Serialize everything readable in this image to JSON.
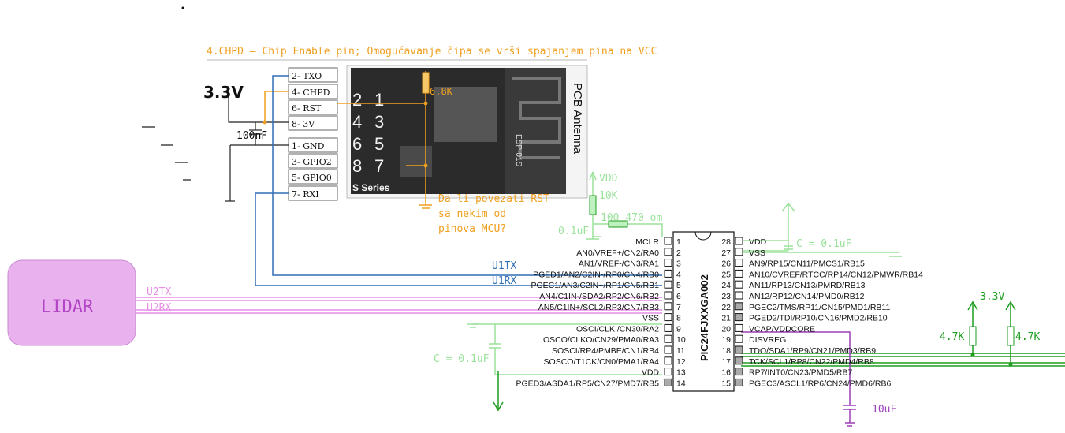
{
  "title": "4.CHPD – Chip Enable pin; Omogućavanje čipa se vrši spajanjem pina na VCC",
  "esp": {
    "pins": [
      "2- TXO",
      "4- CHPD",
      "6- RST",
      "8- 3V",
      "1- GND",
      "3- GPIO2",
      "5- GPIO0",
      "7- RXI"
    ],
    "grid": [
      "2",
      "1",
      "4",
      "3",
      "6",
      "5",
      "8",
      "7"
    ],
    "antenna": "PCB Antenna",
    "series": "S Series",
    "module": "ESP-01S"
  },
  "labels": {
    "v33": "3.3V",
    "cap100n": "100nF",
    "r68k": "6.8K",
    "question": [
      "Da li povezati RST",
      "sa nekim od",
      "pinova MCU?"
    ],
    "vdd": "VDD",
    "r10k": "10K",
    "r100": "100-470 om",
    "c01a": "0.1uF",
    "c01b": "C = 0.1uF",
    "c01c": "C = 0.1uF",
    "u1tx": "U1TX",
    "u1rx": "U1RX",
    "u2tx": "U2TX",
    "u2rx": "U2RX",
    "lidar": "LIDAR",
    "v33b": "3.3V",
    "r47a": "4.7K",
    "r47b": "4.7K",
    "c10u": "10uF"
  },
  "pic": {
    "name": "PIC24FJXXGA002",
    "left": [
      {
        "n": "1",
        "t": "MCLR"
      },
      {
        "n": "2",
        "t": "AN0/VREF+/CN2/RA0"
      },
      {
        "n": "3",
        "t": "AN1/VREF-/CN3/RA1"
      },
      {
        "n": "4",
        "t": "PGED1/AN2/C2IN-/RP0/CN4/RB0"
      },
      {
        "n": "5",
        "t": "PGEC1/AN3/C2IN+/RP1/CN5/RB1"
      },
      {
        "n": "6",
        "t": "AN4/C1IN-/SDA2/RP2/CN6/RB2"
      },
      {
        "n": "7",
        "t": "AN5/C1IN+/SCL2/RP3/CN7/RB3"
      },
      {
        "n": "8",
        "t": "VSS"
      },
      {
        "n": "9",
        "t": "OSCI/CLKI/CN30/RA2"
      },
      {
        "n": "10",
        "t": "OSCO/CLKO/CN29/PMA0/RA3"
      },
      {
        "n": "11",
        "t": "SOSCI/RP4/PMBE/CN1/RB4"
      },
      {
        "n": "12",
        "t": "SOSCO/T1CK/CN0/PMA1/RA4"
      },
      {
        "n": "13",
        "t": "VDD"
      },
      {
        "n": "14",
        "t": "PGED3/ASDA1/RP5/CN27/PMD7/RB5"
      }
    ],
    "right": [
      {
        "n": "28",
        "t": "VDD"
      },
      {
        "n": "27",
        "t": "VSS"
      },
      {
        "n": "26",
        "t": "AN9/RP15/CN11/PMCS1/RB15"
      },
      {
        "n": "25",
        "t": "AN10/CVREF/RTCC/RP14/CN12/PMWR/RB14"
      },
      {
        "n": "24",
        "t": "AN11/RP13/CN13/PMRD/RB13"
      },
      {
        "n": "23",
        "t": "AN12/RP12/CN14/PMD0/RB12"
      },
      {
        "n": "22",
        "t": "PGEC2/TMS/RP11/CN15/PMD1/RB11"
      },
      {
        "n": "21",
        "t": "PGED2/TDI/RP10/CN16/PMD2/RB10"
      },
      {
        "n": "20",
        "t": "VCAP/VDDCORE"
      },
      {
        "n": "19",
        "t": "DISVREG"
      },
      {
        "n": "18",
        "t": "TDO/SDA1/RP9/CN21/PMD3/RB9"
      },
      {
        "n": "17",
        "t": "TCK/SCL1/RP8/CN22/PMD4/RB8"
      },
      {
        "n": "16",
        "t": "RP7/INT0/CN23/PMD5/RB7"
      },
      {
        "n": "15",
        "t": "PGEC3/ASCL1/RP6/CN24/PMD6/RB6"
      }
    ]
  },
  "colors": {
    "orange": "#f0a020",
    "blue": "#2f6fb5",
    "pink": "#e68ee6",
    "green": "#1e9e1e",
    "lightgreen": "#9be29b",
    "purple": "#9c3fb8",
    "lidar_fill": "#e9b2ee"
  }
}
